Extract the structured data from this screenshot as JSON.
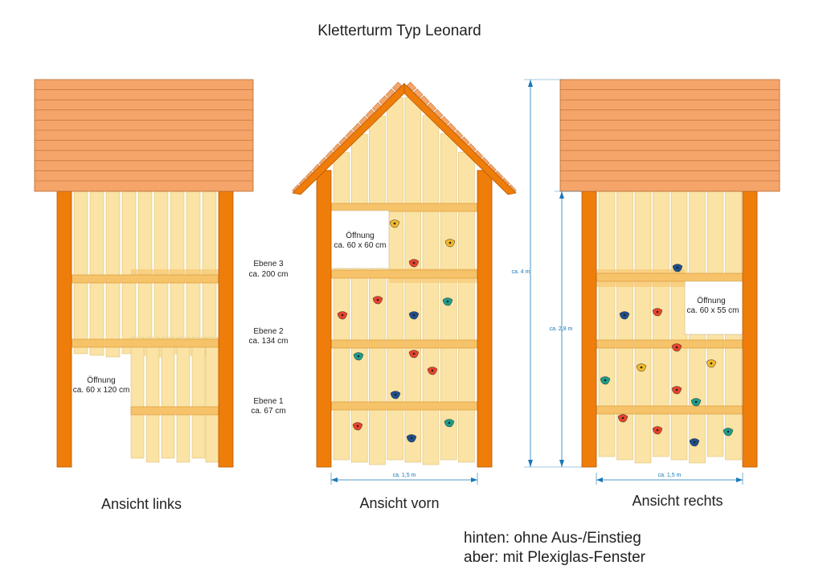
{
  "title": "Kletterturm Typ Leonard",
  "levels": [
    {
      "name": "Ebene 3",
      "height": "ca. 200 cm"
    },
    {
      "name": "Ebene 2",
      "height": "ca. 134 cm"
    },
    {
      "name": "Ebene 1",
      "height": "ca. 67 cm"
    }
  ],
  "views": {
    "left": {
      "caption": "Ansicht links",
      "opening_label": "Öffnung",
      "opening_size": "ca. 60 x 120 cm"
    },
    "front": {
      "caption": "Ansicht vorn",
      "opening_label": "Öffnung",
      "opening_size": "ca. 60 x 60 cm",
      "width_label": "ca. 1,5 m"
    },
    "right": {
      "caption": "Ansicht rechts",
      "opening_label": "Öffnung",
      "opening_size": "ca. 60 x 55 cm",
      "width_label": "ca. 1,5 m",
      "height_total": "ca. 4 m",
      "height_platform": "ca. 2,8 m"
    }
  },
  "notes": {
    "line1": "hinten: ohne Aus-/Einstieg",
    "line2": "aber: mit Plexiglas-Fenster"
  },
  "colors": {
    "roof": "#f5a56a",
    "post": "#ef7d0a",
    "board": "#fae3a4",
    "beam": "#f6c36a",
    "dimension": "#1a78b8",
    "hold_red": "#e8432c",
    "hold_blue": "#1e4f8c",
    "hold_teal": "#1e9c8a",
    "hold_yellow": "#f1b72a"
  }
}
